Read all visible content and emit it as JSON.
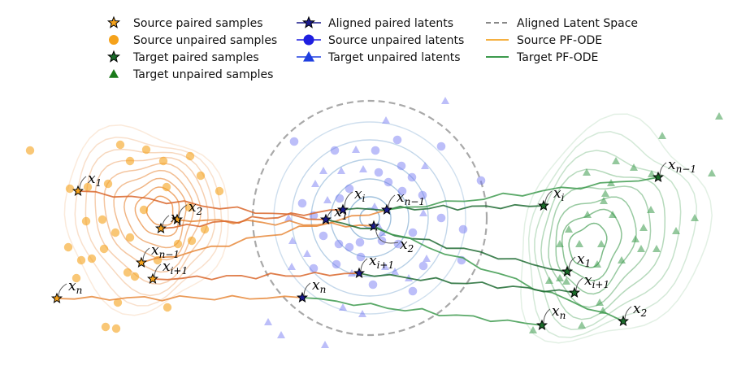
{
  "legend": [
    {
      "key": "src_paired",
      "label": "Source paired samples",
      "marker": "star",
      "color": "#f5a21b"
    },
    {
      "key": "src_unpaired",
      "label": "Source unpaired samples",
      "marker": "circle",
      "color": "#f5a21b"
    },
    {
      "key": "tgt_paired",
      "label": "Target paired samples",
      "marker": "star",
      "color": "#1a6b2a"
    },
    {
      "key": "tgt_unpaired",
      "label": "Target unpaired samples",
      "marker": "triangle",
      "color": "#1a7a1a"
    },
    {
      "key": "aligned_paired",
      "label": "Aligned paired latents",
      "marker": "star-line",
      "color": "#1a1a8c"
    },
    {
      "key": "src_unpaired_lat",
      "label": "Source unpaired latents",
      "marker": "circle-line",
      "color": "#1f1fe0"
    },
    {
      "key": "tgt_unpaired_lat",
      "label": "Target unpaired latents",
      "marker": "triangle-line",
      "color": "#1f3fe0"
    },
    {
      "key": "aligned_space",
      "label": "Aligned Latent Space",
      "marker": "dash",
      "color": "#888888"
    },
    {
      "key": "src_ode",
      "label": "Source PF-ODE",
      "marker": "line",
      "color": "#f5b041"
    },
    {
      "key": "tgt_ode",
      "label": "Target PF-ODE",
      "marker": "line",
      "color": "#3d9a4d"
    }
  ],
  "colors": {
    "source": "#f5a21b",
    "source_contour": "#e8883a",
    "source_path": "#d9662a",
    "target": "#3d9a4d",
    "target_dark": "#1f6b32",
    "latent_blue": "#6a6ef2",
    "latent_contour": "#6d9fcb",
    "dashed": "#a9a9a9"
  },
  "labels": {
    "source": [
      {
        "id": "x1",
        "base": "x",
        "sub": "1"
      },
      {
        "id": "x2",
        "base": "x",
        "sub": "2"
      },
      {
        "id": "xi",
        "base": "x",
        "sub": "i"
      },
      {
        "id": "xn1",
        "base": "x",
        "sub": "n−1"
      },
      {
        "id": "xi1",
        "base": "x",
        "sub": "i+1"
      },
      {
        "id": "xn",
        "base": "x",
        "sub": "n"
      }
    ],
    "latent": [
      {
        "id": "xi",
        "base": "x",
        "sub": "i"
      },
      {
        "id": "xn1",
        "base": "x",
        "sub": "n−1"
      },
      {
        "id": "x1",
        "base": "x",
        "sub": "1"
      },
      {
        "id": "x2",
        "base": "x",
        "sub": "2"
      },
      {
        "id": "xi1",
        "base": "x",
        "sub": "i+1"
      },
      {
        "id": "xn",
        "base": "x",
        "sub": "n"
      }
    ],
    "target": [
      {
        "id": "xi",
        "base": "x",
        "sub": "i"
      },
      {
        "id": "xn1",
        "base": "x",
        "sub": "n−1"
      },
      {
        "id": "x1",
        "base": "x",
        "sub": "1"
      },
      {
        "id": "xi1",
        "base": "x",
        "sub": "i+1"
      },
      {
        "id": "xn",
        "base": "x",
        "sub": "n"
      },
      {
        "id": "x2",
        "base": "x",
        "sub": "2"
      }
    ]
  }
}
